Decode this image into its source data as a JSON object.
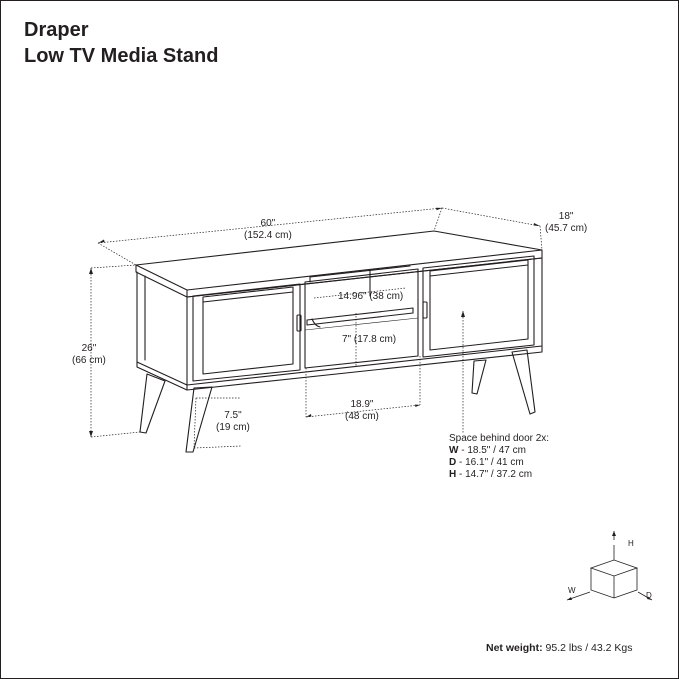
{
  "header": {
    "product_name": "Draper",
    "product_type": "Low TV Media Stand"
  },
  "dimensions": {
    "width": {
      "imperial": "60\"",
      "metric": "(152.4 cm)"
    },
    "depth": {
      "imperial": "18\"",
      "metric": "(45.7 cm)"
    },
    "height": {
      "imperial": "26\"",
      "metric": "(66 cm)"
    },
    "shelf_width": "14.96\" (38 cm)",
    "shelf_gap": "7\" (17.8 cm)",
    "leg_spacing": {
      "imperial": "18.9\"",
      "metric": "(48 cm)"
    },
    "leg_height": {
      "imperial": "7.5\"",
      "metric": "(19 cm)"
    }
  },
  "space_behind_door": {
    "heading": "Space behind door 2x:",
    "rows": [
      {
        "key": "W",
        "value": " - 18.5\" / 47 cm"
      },
      {
        "key": "D",
        "value": " - 16.1\" / 41 cm"
      },
      {
        "key": "H",
        "value": " - 14.7\" / 37.2 cm"
      }
    ]
  },
  "axis_legend": {
    "h": "H",
    "w": "W",
    "d": "D"
  },
  "net_weight": {
    "label": "Net weight:",
    "value": " 95.2 lbs / 43.2 Kgs"
  }
}
